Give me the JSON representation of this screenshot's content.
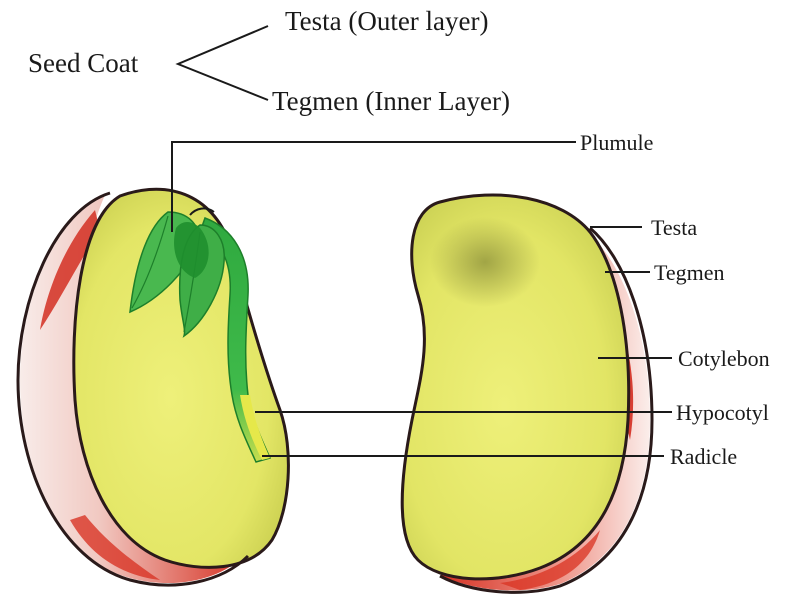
{
  "seed_coat": {
    "title": "Seed Coat",
    "testa_label": "Testa (Outer layer)",
    "tegmen_label": "Tegmen (Inner Layer)"
  },
  "labels": {
    "plumule": "Plumule",
    "testa": "Testa",
    "tegmen": "Tegmen",
    "cotyledon": "Cotylebon",
    "hypocotyl": "Hypocotyl",
    "radicle": "Radicle"
  },
  "colors": {
    "cotyledon_fill": "#e7ea6a",
    "cotyledon_edge": "#c9d04a",
    "testa_fill": "#d83224",
    "testa_light": "#f6e3e0",
    "embryo_green": "#3fb54a",
    "embryo_dark": "#1f8f2e",
    "radicle_yellow": "#e9e84a"
  }
}
